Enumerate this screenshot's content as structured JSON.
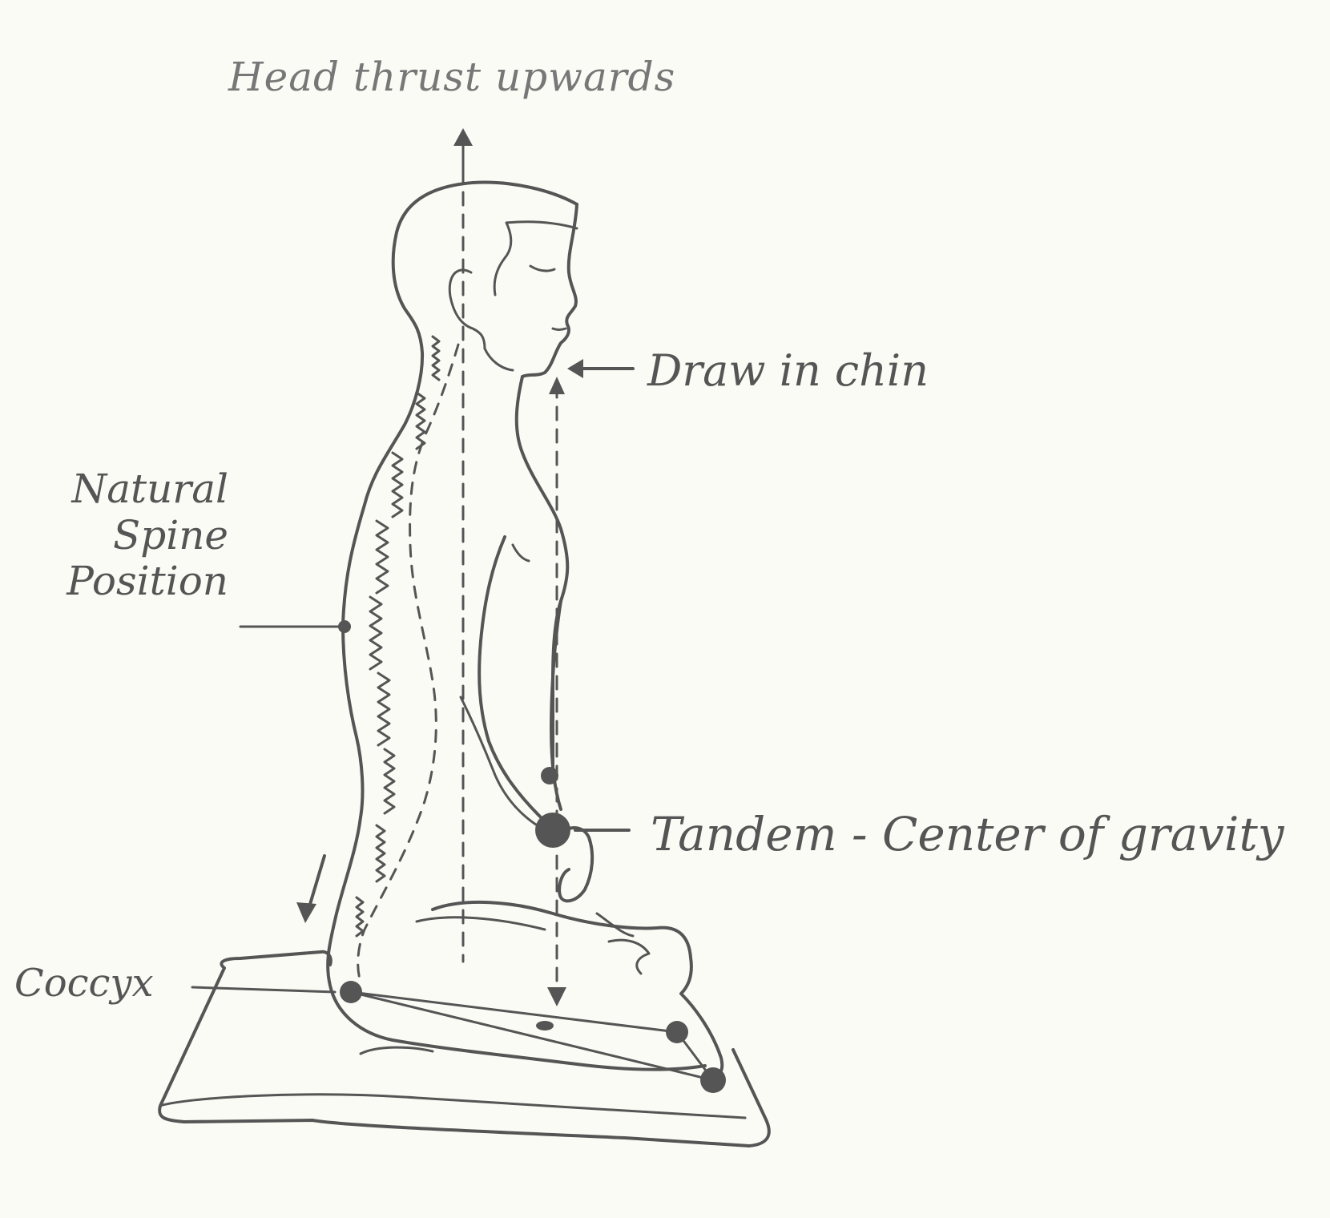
{
  "labels": {
    "head": "Head thrust upwards",
    "chin": "Draw in chin",
    "spine": [
      "Natural",
      "Spine",
      "Position"
    ],
    "tandem": "Tandem - Center of gravity",
    "coccyx": "Coccyx"
  },
  "colors": {
    "ink": "#555555",
    "paper": "#fbfbf5"
  }
}
